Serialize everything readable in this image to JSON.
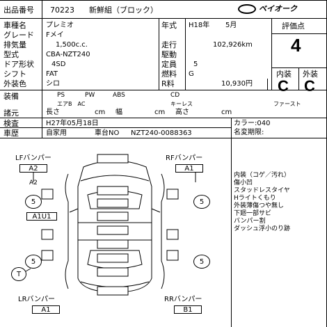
{
  "header": {
    "lot_label": "出品番号",
    "lot_no": "70223",
    "title": "新鮮組（ブロック）",
    "logo": "ベイオーク"
  },
  "fields": {
    "name_label": "車種名",
    "name": "プレミオ",
    "grade_label": "グレード",
    "grade": "Fメイ",
    "cc_label": "排気量",
    "cc": "1,500c.c.",
    "type_label": "型式",
    "type": "CBA-NZT240",
    "door_label": "ドア形状",
    "door": "4SD",
    "shift_label": "シフト",
    "shift": "FAT",
    "color_label": "外装色",
    "color": "シロ",
    "year_label": "年式",
    "year": "H18年",
    "month": "5月",
    "mileage_label": "走行",
    "mileage": "102,926km",
    "drive_label": "駆動",
    "drive": "",
    "seats_label": "定員",
    "seats": "5",
    "fuel_label": "燃料",
    "fuel": "G",
    "recycle_label": "R料",
    "recycle": "10,930円"
  },
  "grades": {
    "score_label": "評価点",
    "score": "4",
    "interior_label": "内装",
    "interior": "C",
    "exterior_label": "外装",
    "exterior": "C"
  },
  "equip": {
    "label": "装備",
    "ps": "PS",
    "pw": "PW",
    "abs": "ABS",
    "cd": "CD",
    "ac": "エアB　AC",
    "keyless": "キーレス",
    "first": "ファースト"
  },
  "dims": {
    "label": "諸元",
    "length": "長さ",
    "cm1": "cm",
    "width": "幅",
    "cm2": "cm",
    "height": "高さ",
    "cm3": "cm"
  },
  "inspection": {
    "label": "検査",
    "value": "H27年05月18日",
    "kind_label": "車歴",
    "kind": "自家用",
    "chassis_label": "車台NO",
    "chassis": "NZT240-0088363",
    "color_code": "カラー:040",
    "name_change": "名変期限:"
  },
  "notes": [
    "内装（コゲ／汚れ）",
    "傷小凹",
    "スタッドレスタイヤ",
    "Hライトくもり",
    "外装薄傷つや無し",
    "下廻一部サビ",
    "バンパー割",
    "ダッシュ浮小のり跡"
  ],
  "diagram": {
    "lf_label": "LFバンパー",
    "lf_code": "A2",
    "rf_label": "RFバンパー",
    "rf_code": "A1",
    "lr_label": "LRバンパー",
    "lr_code": "A1",
    "rr_label": "RRバンパー",
    "rr_code": "B1",
    "a2_mark": "A2",
    "a1u1": "A1U1",
    "c5a": "5",
    "c5b": "5",
    "c5c": "5",
    "c5d": "5",
    "t_mark": "T"
  }
}
